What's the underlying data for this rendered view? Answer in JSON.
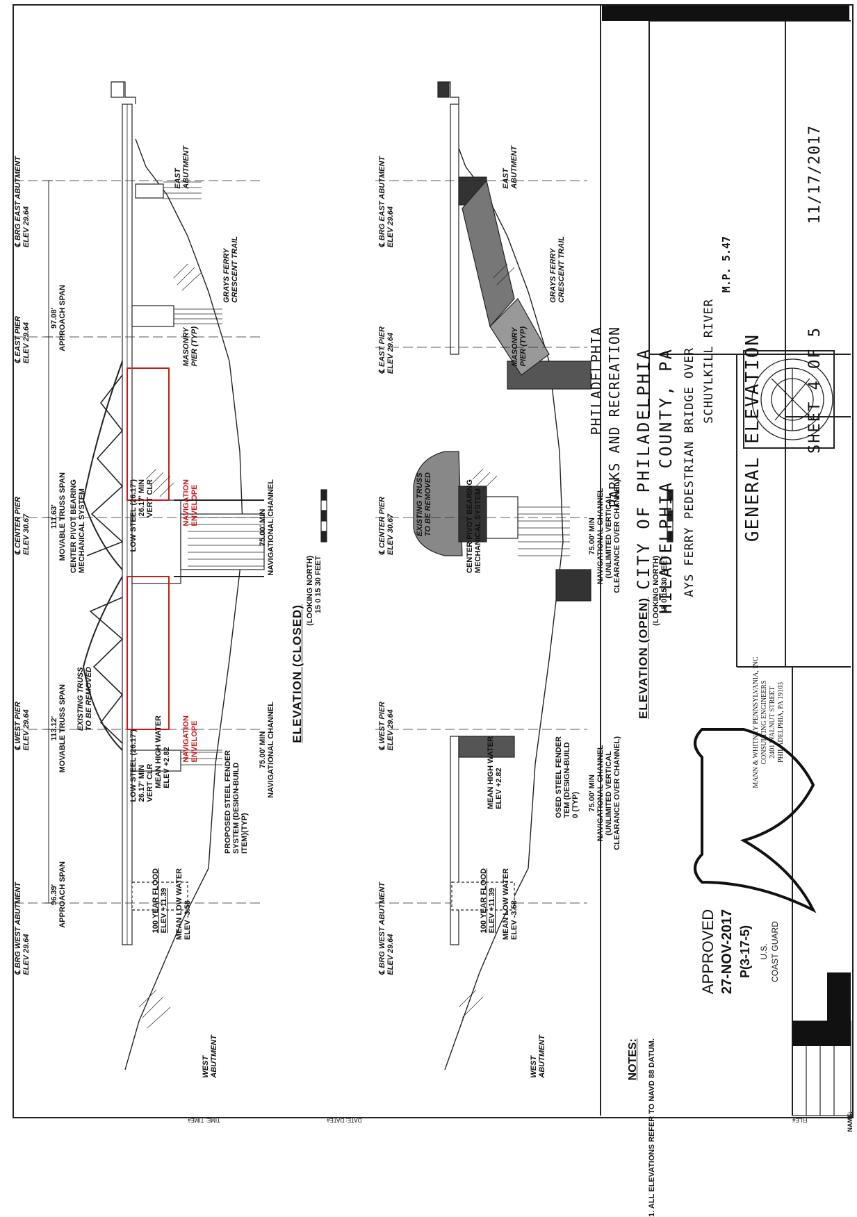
{
  "title_block": {
    "agency_line1": "PHILADELPHIA",
    "agency_line2": "PARKS AND RECREATION",
    "city_line1": "CITY OF PHILADELPHIA",
    "city_line2": "HILADELPHIA COUNTY, PA",
    "project_line1": "AYS FERRY PEDESTRIAN BRIDGE OVER",
    "project_line2": "SCHUYLKILL RIVER",
    "project_line3": "M.P. 5.47",
    "drawing_title": "GENERAL ELEVATION",
    "sheet": "SHEET 4 OF 5",
    "date": "11/17/2017",
    "firm_lines": [
      "MANN & WHITNEY PENNSYLVANIA, INC",
      "CONSULTING ENGINEERS",
      "2401 WALNUT STREET",
      "PHILADELPHIA, PA 19103"
    ]
  },
  "stamp": {
    "line1": "APPROVED",
    "line2": "27-NOV-2017",
    "line3": "P(3-17-5)",
    "line4": "U.S.",
    "line5": "COAST GUARD"
  },
  "notes": {
    "heading": "NOTES:",
    "note1": "1. ALL ELEVATIONS REFER TO NAVD 88 DATUM."
  },
  "closed": {
    "title": "ELEVATION (CLOSED)",
    "subtitle": "(LOOKING NORTH)",
    "scale": "15  0  15  30  FEET",
    "brg_east": [
      "℄ BRG EAST ABUTMENT",
      "ELEV 29.64"
    ],
    "east_pier": [
      "℄ EAST PIER",
      "ELEV 29.64"
    ],
    "center_pier": [
      "℄ CENTER PIER",
      "ELEV 30.67"
    ],
    "west_pier": [
      "℄ WEST PIER",
      "ELEV 29.64"
    ],
    "brg_west": [
      "℄ BRG WEST ABUTMENT",
      "ELEV 29.64"
    ],
    "span_east_len": "97.08'",
    "span_east_name": "APPROACH SPAN",
    "span_mov_e_len": "111.63'",
    "span_mov_e_name": "MOVABLE TRUSS SPAN",
    "span_mov_w_len": "113.12'",
    "span_mov_w_name": "MOVABLE TRUSS SPAN",
    "span_west_len": "96.39'",
    "span_west_name": "APPROACH SPAN",
    "east_abutment": [
      "EAST",
      "ABUTMENT"
    ],
    "trail": [
      "GRAYS FERRY",
      "CRESCENT TRAIL"
    ],
    "masonry": [
      "MASONRY",
      "PIER (TYP)"
    ],
    "pivot": [
      "CENTER PIVOT BEARING",
      "MECHANICAL SYSTEM"
    ],
    "low_steel_e": [
      "LOW STEEL (26.17')",
      "26.17' MIN",
      "VERT CLR"
    ],
    "nav_env": [
      "NAVIGATION",
      "ENVELOPE"
    ],
    "nav_channel": [
      "75.00' MIN",
      "NAVIGATIONAL CHANNEL"
    ],
    "existing_truss": [
      "EXISTING TRUSS",
      "TO BE REMOVED"
    ],
    "low_steel_w": [
      "LOW STEEL (26.17')",
      "26.17' MIN",
      "VERT CLR"
    ],
    "mhw": [
      "MEAN HIGH WATER",
      "ELEV +2.82"
    ],
    "fender": [
      "PROPOSED STEEL FENDER",
      "SYSTEM (DESIGN-BUILD",
      "ITEM)(TYP)"
    ],
    "flood": [
      "100 YEAR FLOOD",
      "ELEV +11.39"
    ],
    "mlw": [
      "MEAN LOW WATER",
      "ELEV -3.58"
    ],
    "west_abutment": [
      "WEST",
      "ABUTMENT"
    ]
  },
  "open": {
    "title": "ELEVATION (OPEN)",
    "subtitle": "(LOOKING NORTH)",
    "scale": "15  0  15  30  FEET",
    "brg_east": [
      "℄ BRG EAST ABUTMENT",
      "ELEV 29.64"
    ],
    "east_pier": [
      "℄ EAST PIER",
      "ELEV 29.64"
    ],
    "center_pier": [
      "℄ CENTER PIER",
      "ELEV 30.67"
    ],
    "west_pier": [
      "℄ WEST PIER",
      "ELEV 29.64"
    ],
    "brg_west": [
      "℄ BRG WEST ABUTMENT",
      "ELEV 29.64"
    ],
    "east_abutment": [
      "EAST",
      "ABUTMENT"
    ],
    "trail": [
      "GRAYS FERRY",
      "CRESCENT TRAIL"
    ],
    "masonry": [
      "MASONRY",
      "PIER (TYP)"
    ],
    "existing_truss": [
      "EXISTING TRUSS",
      "TO BE REMOVED"
    ],
    "pivot": [
      "CENTER PIVOT BEARING",
      "MECHANICAL SYSTEM"
    ],
    "nav_e": [
      "75.00' MIN",
      "NAVIGATIONAL CHANNEL",
      "(UNLIMITED VERTICAL",
      "CLEARANCE OVER CHANNEL)"
    ],
    "mhw": [
      "MEAN HIGH WATER",
      "ELEV +2.82"
    ],
    "fender": [
      "OSED STEEL FENDER",
      "TEM (DESIGN-BUILD",
      "0 (TYP)"
    ],
    "nav_w": [
      "75.00' MIN",
      "NAVIGATIONAL CHANNEL",
      "(UNLIMITED VERTICAL",
      "CLEARANCE OVER CHANNEL)"
    ],
    "flood": [
      "100 YEAR FLOOD",
      "ELEV +11.39"
    ],
    "mlw": [
      "MEAN LOW WATER",
      "ELEV -3.58"
    ],
    "west_abutment": [
      "WEST",
      "ABUTMENT"
    ]
  },
  "margin": {
    "bottom_left": "TIME: TIME#",
    "bottom_mid": "DATE: DATE#",
    "name": "NAME:",
    "file": "FILE#"
  }
}
